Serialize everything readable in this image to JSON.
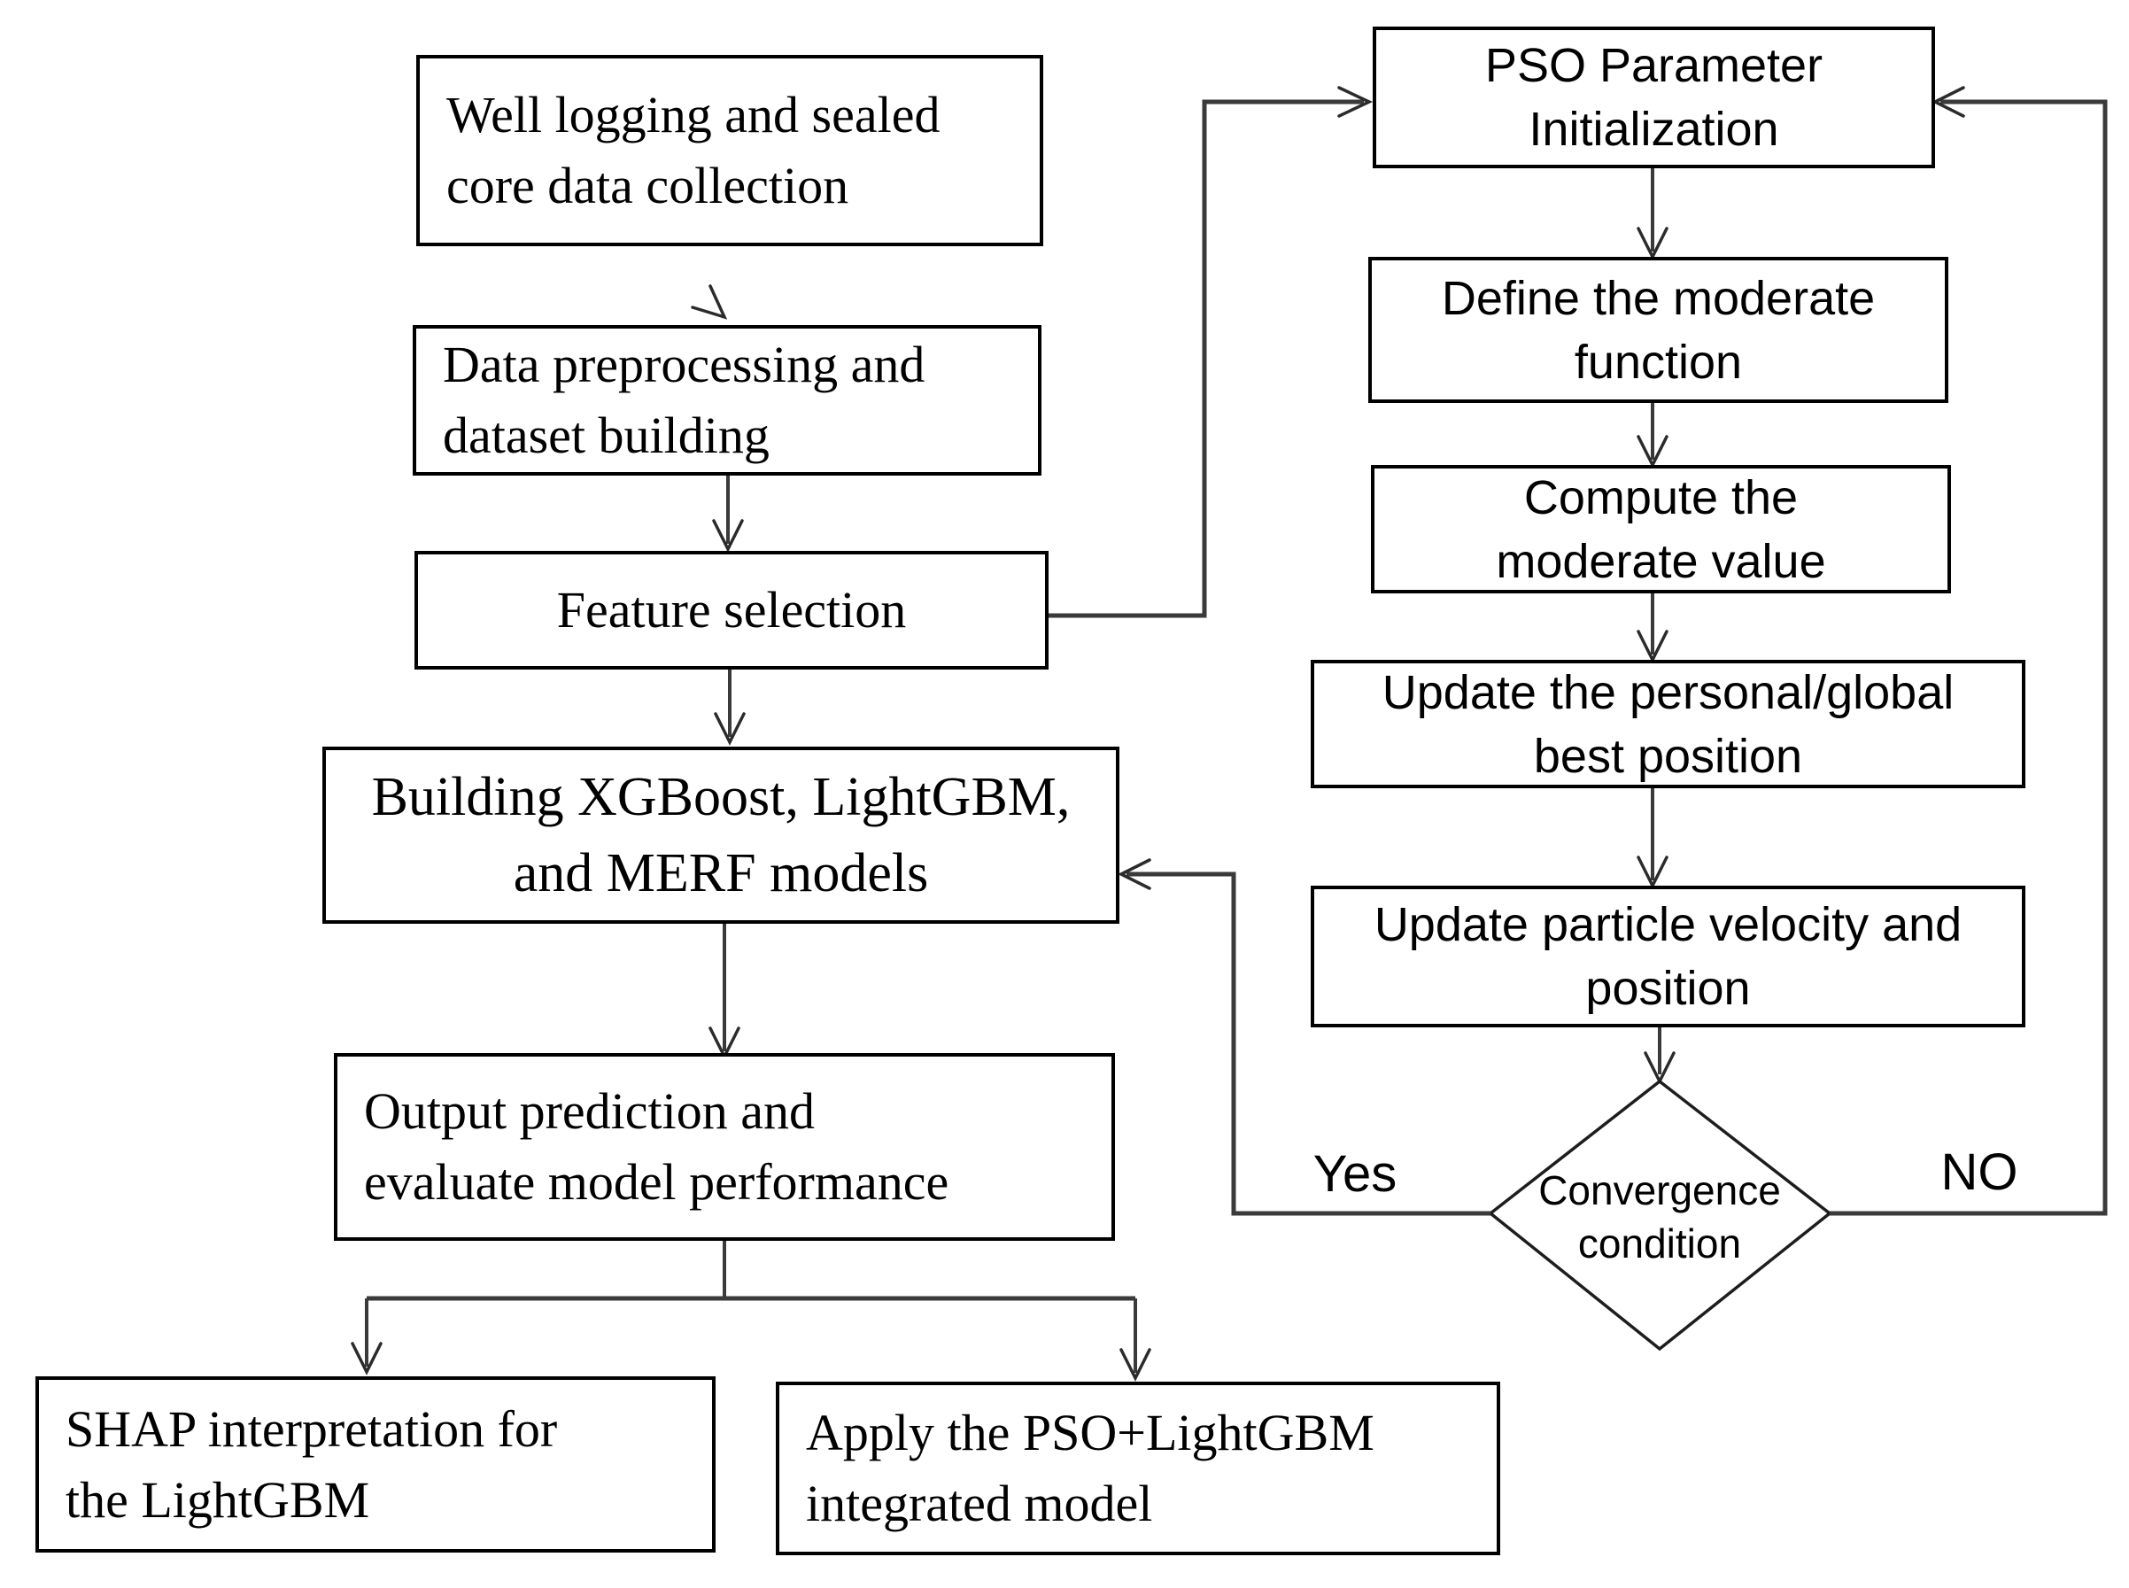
{
  "colors": {
    "background": "#ffffff",
    "box_border": "#000000",
    "text": "#000000",
    "connector": "#3a3a3a"
  },
  "labels": {
    "yes": "Yes",
    "no": "NO"
  },
  "nodes": {
    "well_logging": {
      "lines": [
        "Well logging and sealed",
        "core data collection"
      ]
    },
    "data_preprocessing": {
      "lines": [
        "Data preprocessing and",
        "dataset building"
      ]
    },
    "feature_selection": {
      "lines": [
        "Feature selection"
      ]
    },
    "building_models": {
      "lines": [
        "Building XGBoost, LightGBM,",
        "and MERF models"
      ]
    },
    "output_prediction": {
      "lines": [
        "Output prediction and",
        "evaluate model performance"
      ]
    },
    "shap_interpretation": {
      "lines": [
        "SHAP interpretation for",
        "the LightGBM"
      ]
    },
    "apply_integrated": {
      "lines": [
        "Apply the PSO+LightGBM",
        "integrated model"
      ]
    },
    "pso_init": {
      "lines": [
        "PSO Parameter",
        "Initialization"
      ]
    },
    "define_moderate": {
      "lines": [
        "Define the moderate",
        "function"
      ]
    },
    "compute_moderate": {
      "lines": [
        "Compute the",
        "moderate value"
      ]
    },
    "update_best": {
      "lines": [
        "Update the personal/global",
        "best position"
      ]
    },
    "update_velocity": {
      "lines": [
        "Update particle velocity and",
        "position"
      ]
    },
    "convergence": {
      "lines": [
        "Convergence",
        "condition"
      ]
    }
  }
}
